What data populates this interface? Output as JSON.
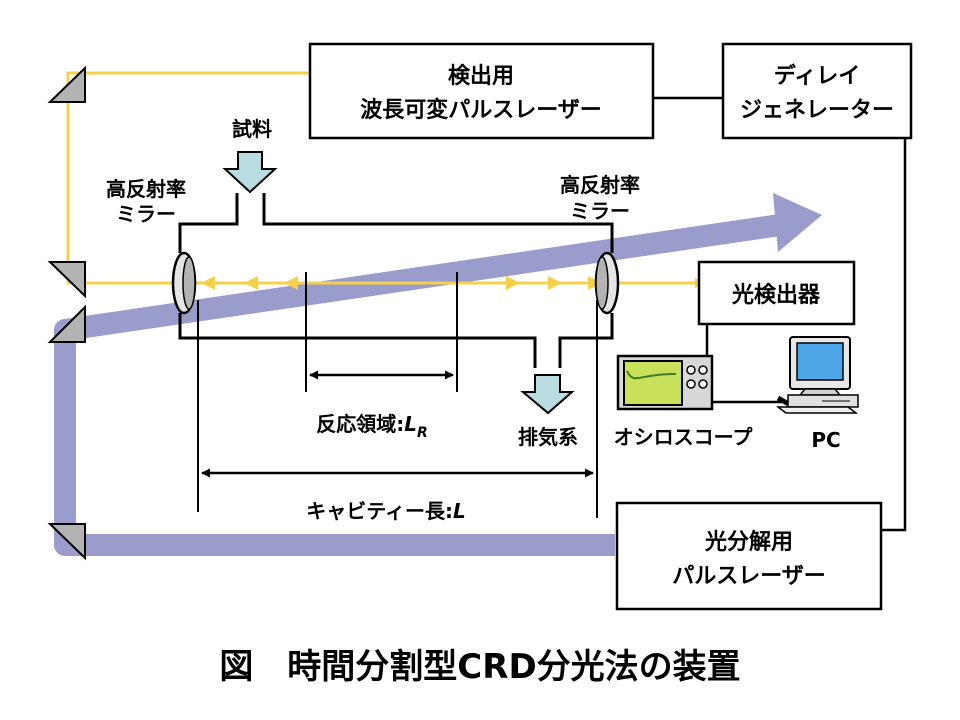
{
  "boxes": {
    "detection_laser": [
      "検出用",
      "波長可変パルスレーザー"
    ],
    "delay_generator": [
      "ディレイ",
      "ジェネレーター"
    ],
    "photodetector": "光検出器",
    "photolysis_laser": [
      "光分解用",
      "パルスレーザー"
    ]
  },
  "labels": {
    "sample": "試料",
    "mirror_left": [
      "高反射率",
      "ミラー"
    ],
    "mirror_right": [
      "高反射率",
      "ミラー"
    ],
    "reaction_region": "反応領域:",
    "reaction_region_symbol": "L",
    "reaction_region_subscript": "R",
    "exhaust": "排気系",
    "oscilloscope": "オシロスコープ",
    "pc": "PC",
    "cavity_length": "キャビティー長:",
    "cavity_length_symbol": "L"
  },
  "caption": "図　時間分割型CRD分光法の装置",
  "colors": {
    "probe_beam": "#F5D04A",
    "photolysis_beam": "#9A9CCB",
    "arrow_fill": "#B9DCE0",
    "scope_screen": "#C8E05A",
    "scope_body": "#D8D8D8",
    "prism": "#B3B3B3"
  },
  "icons": [
    "prism-mirror-icon",
    "cavity-mirror-icon",
    "oscilloscope-icon",
    "pc-icon",
    "down-arrow-icon"
  ]
}
